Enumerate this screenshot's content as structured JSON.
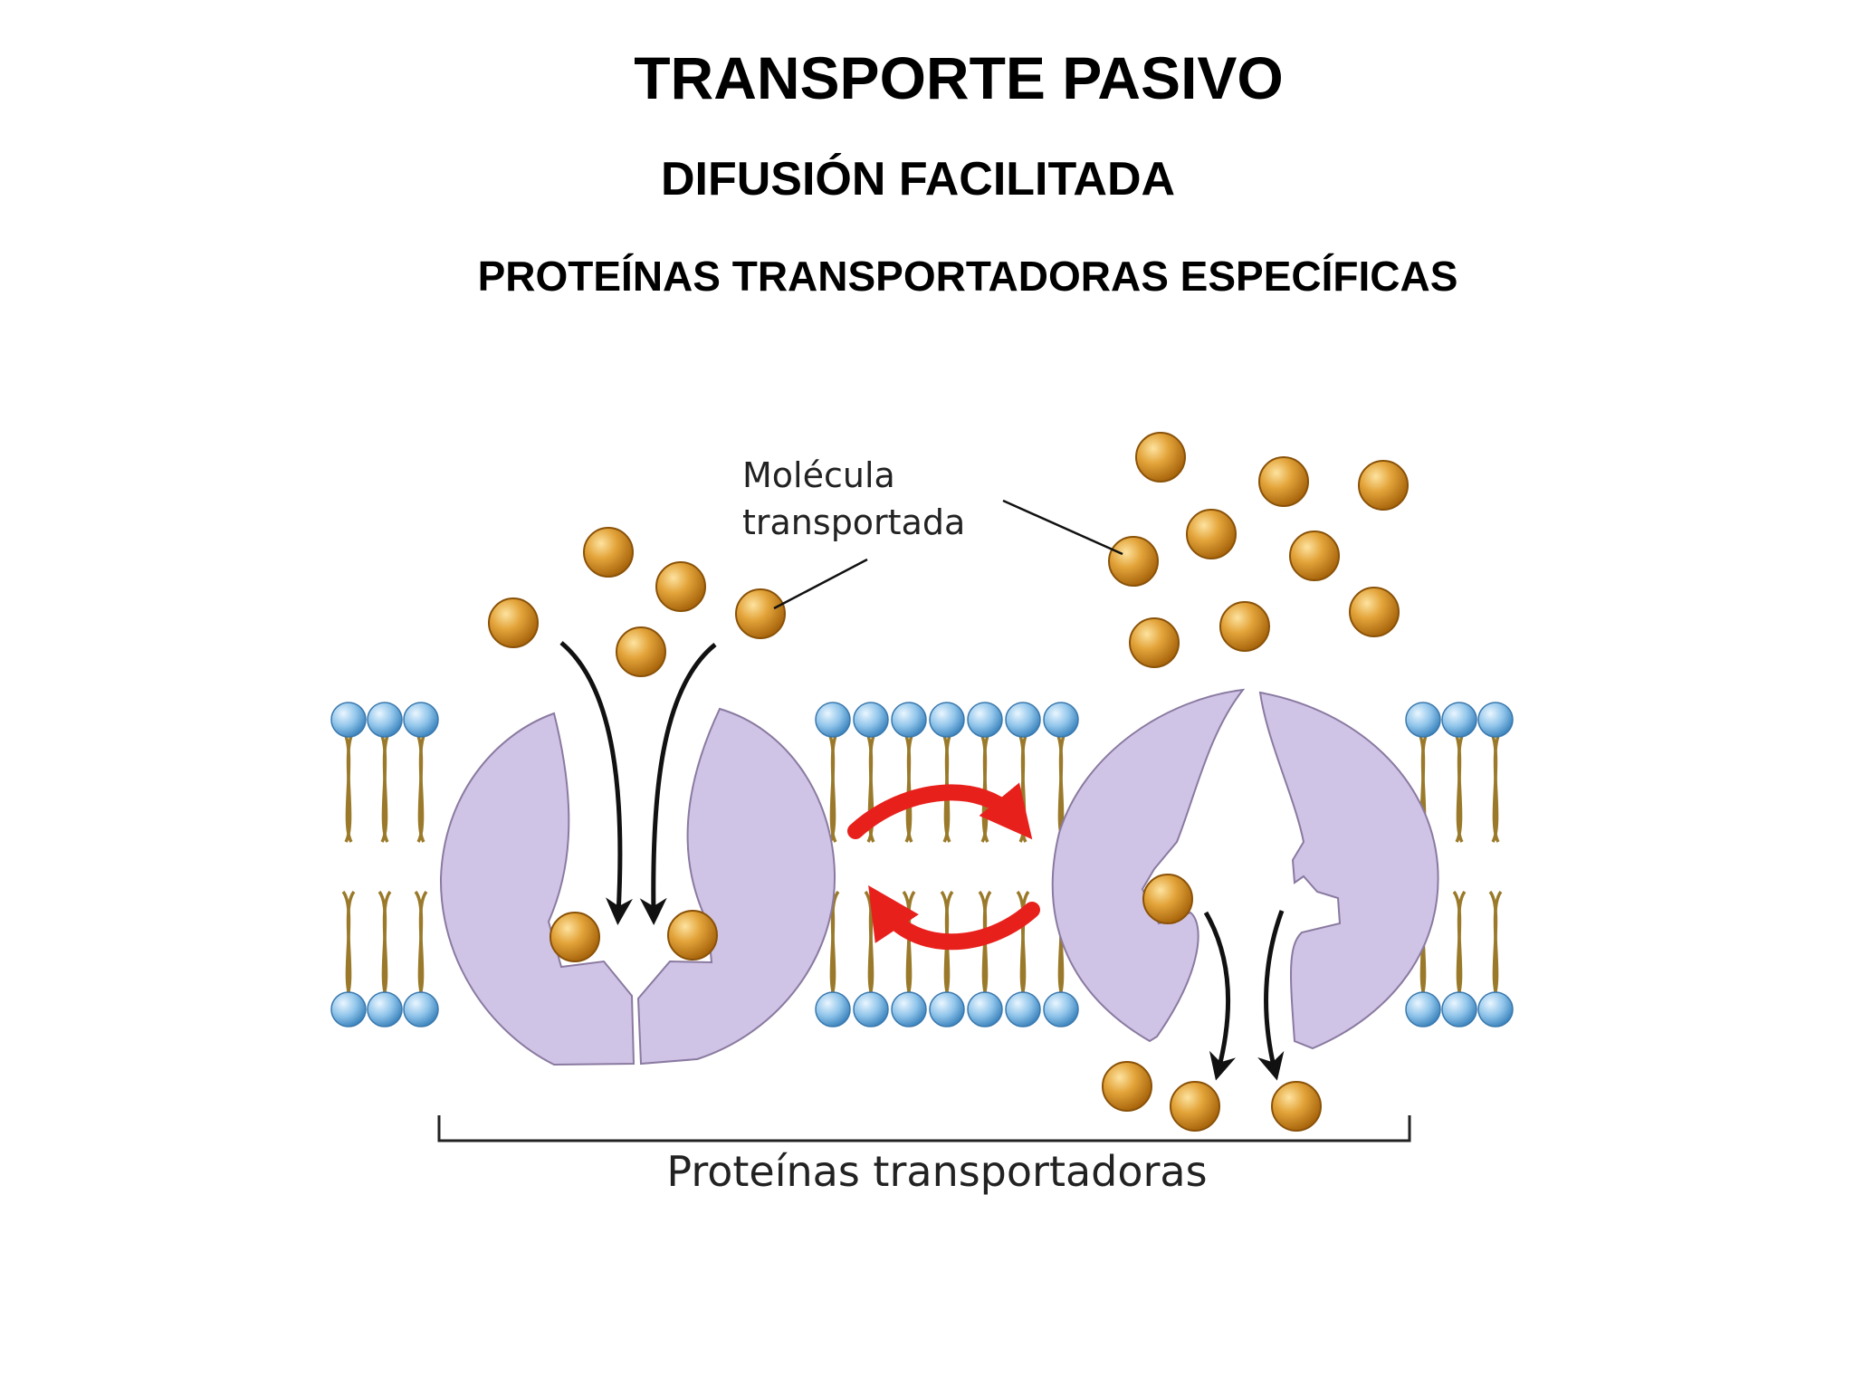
{
  "titles": {
    "main": "TRANSPORTE PASIVO",
    "sub": "DIFUSIÓN FACILITADA",
    "section": "PROTEÍNAS TRANSPORTADORAS ESPECÍFICAS"
  },
  "diagram": {
    "molecule_label_line1": "Molécula",
    "molecule_label_line2": "transportada",
    "bracket_label": "Proteínas transportadoras"
  },
  "colors": {
    "protein": "#cfc3e6",
    "protein_outline": "#8a7aa0",
    "molecule": "#d08a18",
    "lipid_head": "#8fc4ea",
    "lipid_tail": "#9a7a2a",
    "conformation_arrow": "#e8201c",
    "flow_arrow": "#111111"
  }
}
